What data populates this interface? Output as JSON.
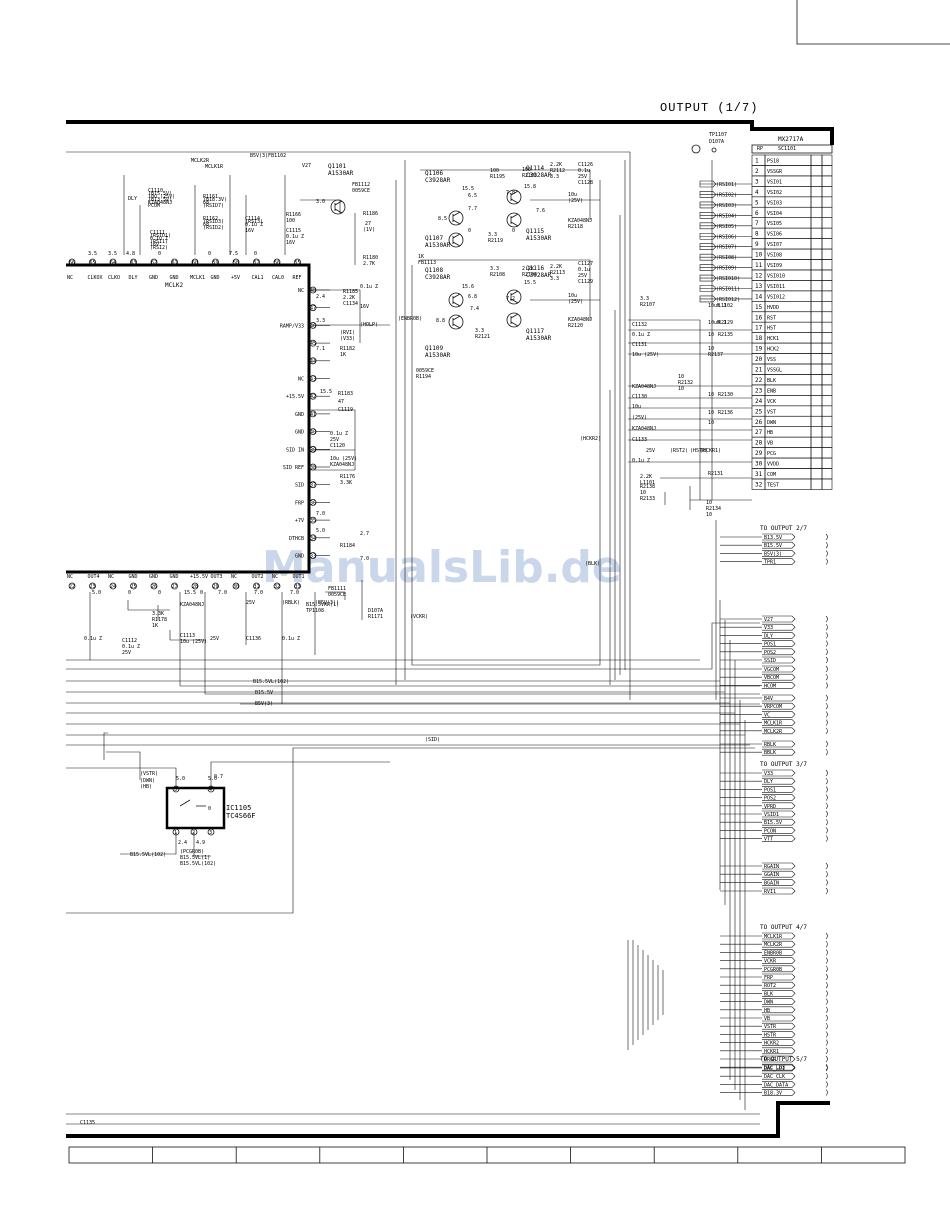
{
  "page": {
    "title": "OUTPUT (1/7)",
    "watermark": "ManualsLib.de"
  },
  "connector": {
    "part": "MX2717A",
    "header_left": "RP",
    "header_right": "SC1101",
    "tp_label": "TP1107",
    "tp_sub": "D107A",
    "pins": [
      {
        "n": "1",
        "name": "PS18"
      },
      {
        "n": "2",
        "name": "VSSGR"
      },
      {
        "n": "3",
        "name": "VSI01"
      },
      {
        "n": "4",
        "name": "VSI02"
      },
      {
        "n": "5",
        "name": "VSI03"
      },
      {
        "n": "6",
        "name": "VSI04"
      },
      {
        "n": "7",
        "name": "VSI05"
      },
      {
        "n": "8",
        "name": "VSI06"
      },
      {
        "n": "9",
        "name": "VSI07"
      },
      {
        "n": "10",
        "name": "VSI08"
      },
      {
        "n": "11",
        "name": "VSI09"
      },
      {
        "n": "12",
        "name": "VSI010"
      },
      {
        "n": "13",
        "name": "VSI011"
      },
      {
        "n": "14",
        "name": "VSI012"
      },
      {
        "n": "15",
        "name": "HVDD"
      },
      {
        "n": "16",
        "name": "RST"
      },
      {
        "n": "17",
        "name": "HST"
      },
      {
        "n": "18",
        "name": "HCK1"
      },
      {
        "n": "19",
        "name": "HCK2"
      },
      {
        "n": "20",
        "name": "VSS"
      },
      {
        "n": "21",
        "name": "VSSGL"
      },
      {
        "n": "22",
        "name": "BLK"
      },
      {
        "n": "23",
        "name": "ENB"
      },
      {
        "n": "24",
        "name": "VCK"
      },
      {
        "n": "25",
        "name": "VST"
      },
      {
        "n": "26",
        "name": "DWN"
      },
      {
        "n": "27",
        "name": "HB"
      },
      {
        "n": "28",
        "name": "VB"
      },
      {
        "n": "29",
        "name": "PCG"
      },
      {
        "n": "30",
        "name": "VVDD"
      },
      {
        "n": "31",
        "name": "COM"
      },
      {
        "n": "32",
        "name": "TEST"
      }
    ],
    "nets": [
      "(RSI01)",
      "(RSI02)",
      "(RSI03)",
      "(RSI04)",
      "(RSI05)",
      "(RSI06)",
      "(RSI07)",
      "(RSI08)",
      "(RSI09)",
      "(RSI010)",
      "(RSI011)",
      "(RSI012)"
    ]
  },
  "ic_main": {
    "name": "MCLK2",
    "top_pins": [
      "NC",
      "CLKOX",
      "CLKO",
      "DLY",
      "GND",
      "GND",
      "MCLK1",
      "GND",
      "+5V",
      "CAL1",
      "CAL0",
      "REF"
    ],
    "top_nums": [
      "66",
      "65",
      "64",
      "63",
      "62",
      "61",
      "60",
      "59",
      "58",
      "57",
      "56",
      "55"
    ],
    "right_pins": [
      "NC",
      "",
      "RAMP/V33",
      "",
      "",
      "NC",
      "+15.5V",
      "GND",
      "GND",
      "SID IN",
      "SID REF",
      "SID",
      "FRP",
      "+7V",
      "DTHCB",
      "GND"
    ],
    "right_nums": [
      "48",
      "47",
      "46",
      "45",
      "44",
      "43",
      "42",
      "41",
      "40",
      "39",
      "38",
      "37",
      "36",
      "35",
      "34",
      "33"
    ],
    "bottom_pins": [
      "NC",
      "OUT4",
      "NC",
      "GND",
      "GND",
      "GND",
      "+15.5V",
      "OUT3",
      "NC",
      "OUT2",
      "NC",
      "OUT1"
    ],
    "bottom_nums": [
      "22",
      "23",
      "24",
      "25",
      "26",
      "27",
      "28",
      "29",
      "30",
      "31",
      "32",
      "33"
    ]
  },
  "transistors": [
    {
      "ref": "Q1101",
      "type": "A1530AR"
    },
    {
      "ref": "Q1106",
      "type": "C3928AR"
    },
    {
      "ref": "Q1114",
      "type": "C3928AR"
    },
    {
      "ref": "Q1115",
      "type": "A1530AR"
    },
    {
      "ref": "Q1107",
      "type": "A1530AR"
    },
    {
      "ref": "Q1108",
      "type": "C3928AR"
    },
    {
      "ref": "Q1116",
      "type": "C3928AR"
    },
    {
      "ref": "Q1117",
      "type": "A1530AR"
    },
    {
      "ref": "Q1109",
      "type": "A1530AR"
    }
  ],
  "ic_switch": {
    "ref": "IC1105",
    "type": "TC4S66F",
    "pins": [
      "5",
      "4",
      "1",
      "2",
      "3"
    ]
  },
  "top_labels": [
    "MCLK2R",
    "MCLK1R",
    "B5V(3)FB1102",
    "V27",
    "DLY"
  ],
  "components": [
    "C1110",
    "10u (25V)",
    "KZA048NJ",
    "R1161",
    "68",
    "R1162",
    "68",
    "C1111",
    "0.1u Z",
    "16V",
    "C1114",
    "0.1u Z",
    "16V",
    "R1166",
    "100",
    "C1115",
    "0.1u Z",
    "16V",
    "FB1112",
    "0059CE",
    "R1186",
    "27",
    "(1V)",
    "R1180",
    "2.7K",
    "R1185",
    "2.2K",
    "C1134",
    "0.1u Z",
    "16V",
    "(HOLP)",
    "(RVI)",
    "(V33)",
    "R1182",
    "1K",
    "R1183",
    "47",
    "C1119",
    "0.1u Z",
    "25V",
    "C1120",
    "10u (25V)",
    "KZA048NJ",
    "R1176",
    "3.3K",
    "R1184",
    "3.3K",
    "R1178",
    "1K",
    "C1112",
    "0.1u Z",
    "25V",
    "C1113",
    "10u (25V)",
    "KZA048NJ",
    "FB1111",
    "0059CE",
    "B15.5VRR(1)",
    "TP1108",
    "D107A",
    "R1171",
    "1K",
    "FB1113",
    "0059CE",
    "R1194",
    "100",
    "R1195",
    "100",
    "R2103",
    "2.2K",
    "R2112",
    "3.3",
    "C1126",
    "0.1u",
    "25V",
    "C1128",
    "10u",
    "(25V)",
    "KZA048NJ",
    "R2118",
    "3.3",
    "R2119",
    "3.3",
    "R2108",
    "2.2K",
    "R2104",
    "2.2K",
    "R2113",
    "3.3",
    "C1127",
    "0.1u",
    "25V",
    "C1129",
    "10u",
    "(25V)",
    "KZA048NJ",
    "R2120",
    "3.3",
    "R2121",
    "3.3",
    "R2107",
    "2.2K",
    "L1101",
    "10uH J",
    "L1102",
    "10uH J",
    "R2129",
    "10",
    "R2135",
    "10",
    "R2130",
    "10",
    "R2136",
    "10",
    "R2131",
    "10",
    "R2137",
    "10",
    "R2132",
    "10",
    "R2138",
    "10",
    "R2133",
    "10",
    "R2134",
    "10",
    "C1132",
    "0.1u Z",
    "C1131",
    "10u (25V)",
    "KZA048NJ",
    "C1130",
    "10u",
    "(25V)",
    "KZA048NJ",
    "C1133",
    "0.1u Z",
    "25V",
    "(RST2)",
    "(HSTR)",
    "(HCKR1)",
    "(HCKR2)",
    "(BLK)",
    "(ENBR0B)",
    "(VCKR)",
    "(VSTR)",
    "(DWN)",
    "(HB)",
    "(PCGR0B)",
    "B15.5VL(1)",
    "B15.5VL(102)",
    "B15.5VL(102)",
    "B15.5VL(102)",
    "B15.5V",
    "B5V(3)",
    "(SID)",
    "C1135",
    "0.1u Z",
    "25V",
    "C1136",
    "0.1u Z",
    "25V",
    "(RBLK)",
    "(B5V(3))",
    "(B15.5V)",
    "(B13.5V)",
    "PCOM",
    "(B18.3V)",
    "(RSID7)",
    "(RSID3)",
    "(RSID2)",
    "(RSID1)",
    "(RSI1)",
    "(RSI2)",
    "(RSI3)"
  ],
  "voltages": [
    "3.5",
    "3.5",
    "4.8",
    "0",
    "0",
    "7.5",
    "0",
    "5.0",
    "5.0",
    "0",
    "2.4",
    "4.9",
    "0.7",
    "15.5",
    "7.7",
    "6.5",
    "8.5",
    "0",
    "15.8",
    "7.8",
    "7.6",
    "0",
    "15.6",
    "6.8",
    "7.4",
    "8.8",
    "15.5",
    "7.2",
    "3.0",
    "2.4",
    "3.3",
    "7.1",
    "15.5",
    "7.0",
    "5.0",
    "2.7",
    "7.0",
    "5.0",
    "0",
    "0",
    "0",
    "7.0",
    "7.0",
    "7.0",
    "15.5"
  ],
  "to_output_2": {
    "title": "TO OUTPUT 2/7",
    "nets": [
      "B13.5V",
      "B15.5V",
      "B5V(3)",
      "TPR1"
    ]
  },
  "group_a": {
    "nets": [
      "V27",
      "V33",
      "DLY",
      "POS1",
      "POS2",
      "SSID"
    ]
  },
  "group_b": {
    "nets": [
      "VGCOM",
      "VBCOM",
      "HCOM"
    ]
  },
  "group_c": {
    "nets": [
      "B4V",
      "VRPCOM",
      "VC",
      "MCLK1R",
      "MCLK2R"
    ]
  },
  "group_d": {
    "nets": [
      "RBLK",
      "BBLK"
    ]
  },
  "to_output_3": {
    "title": "TO OUTPUT 3/7",
    "nets": [
      "V33",
      "DLY",
      "POS1",
      "POS2",
      "VPRD",
      "VSID1",
      "B15.5V",
      "PCON",
      "VTT"
    ]
  },
  "group_e": {
    "nets": [
      "RGAIN",
      "GGAIN",
      "BGAIN"
    ]
  },
  "group_f": {
    "nets": [
      "RVI1"
    ]
  },
  "to_output_4": {
    "title": "TO OUTPUT 4/7",
    "nets": [
      "MCLK1R",
      "MCLK2R",
      "ENBR0B",
      "VCKR",
      "PCGR0B",
      "FRP",
      "ROT2",
      "BLK",
      "DWN",
      "HB",
      "VB",
      "VSTR",
      "HSTR",
      "HCKR2",
      "HCKR1",
      "PRGR",
      "DAC_LD3"
    ]
  },
  "to_output_5": {
    "title": "TO OUTPUT 5/7",
    "nets": [
      "DAC_LD1",
      "DAC_CLK",
      "DAC_DATA",
      "B18.3V"
    ]
  }
}
